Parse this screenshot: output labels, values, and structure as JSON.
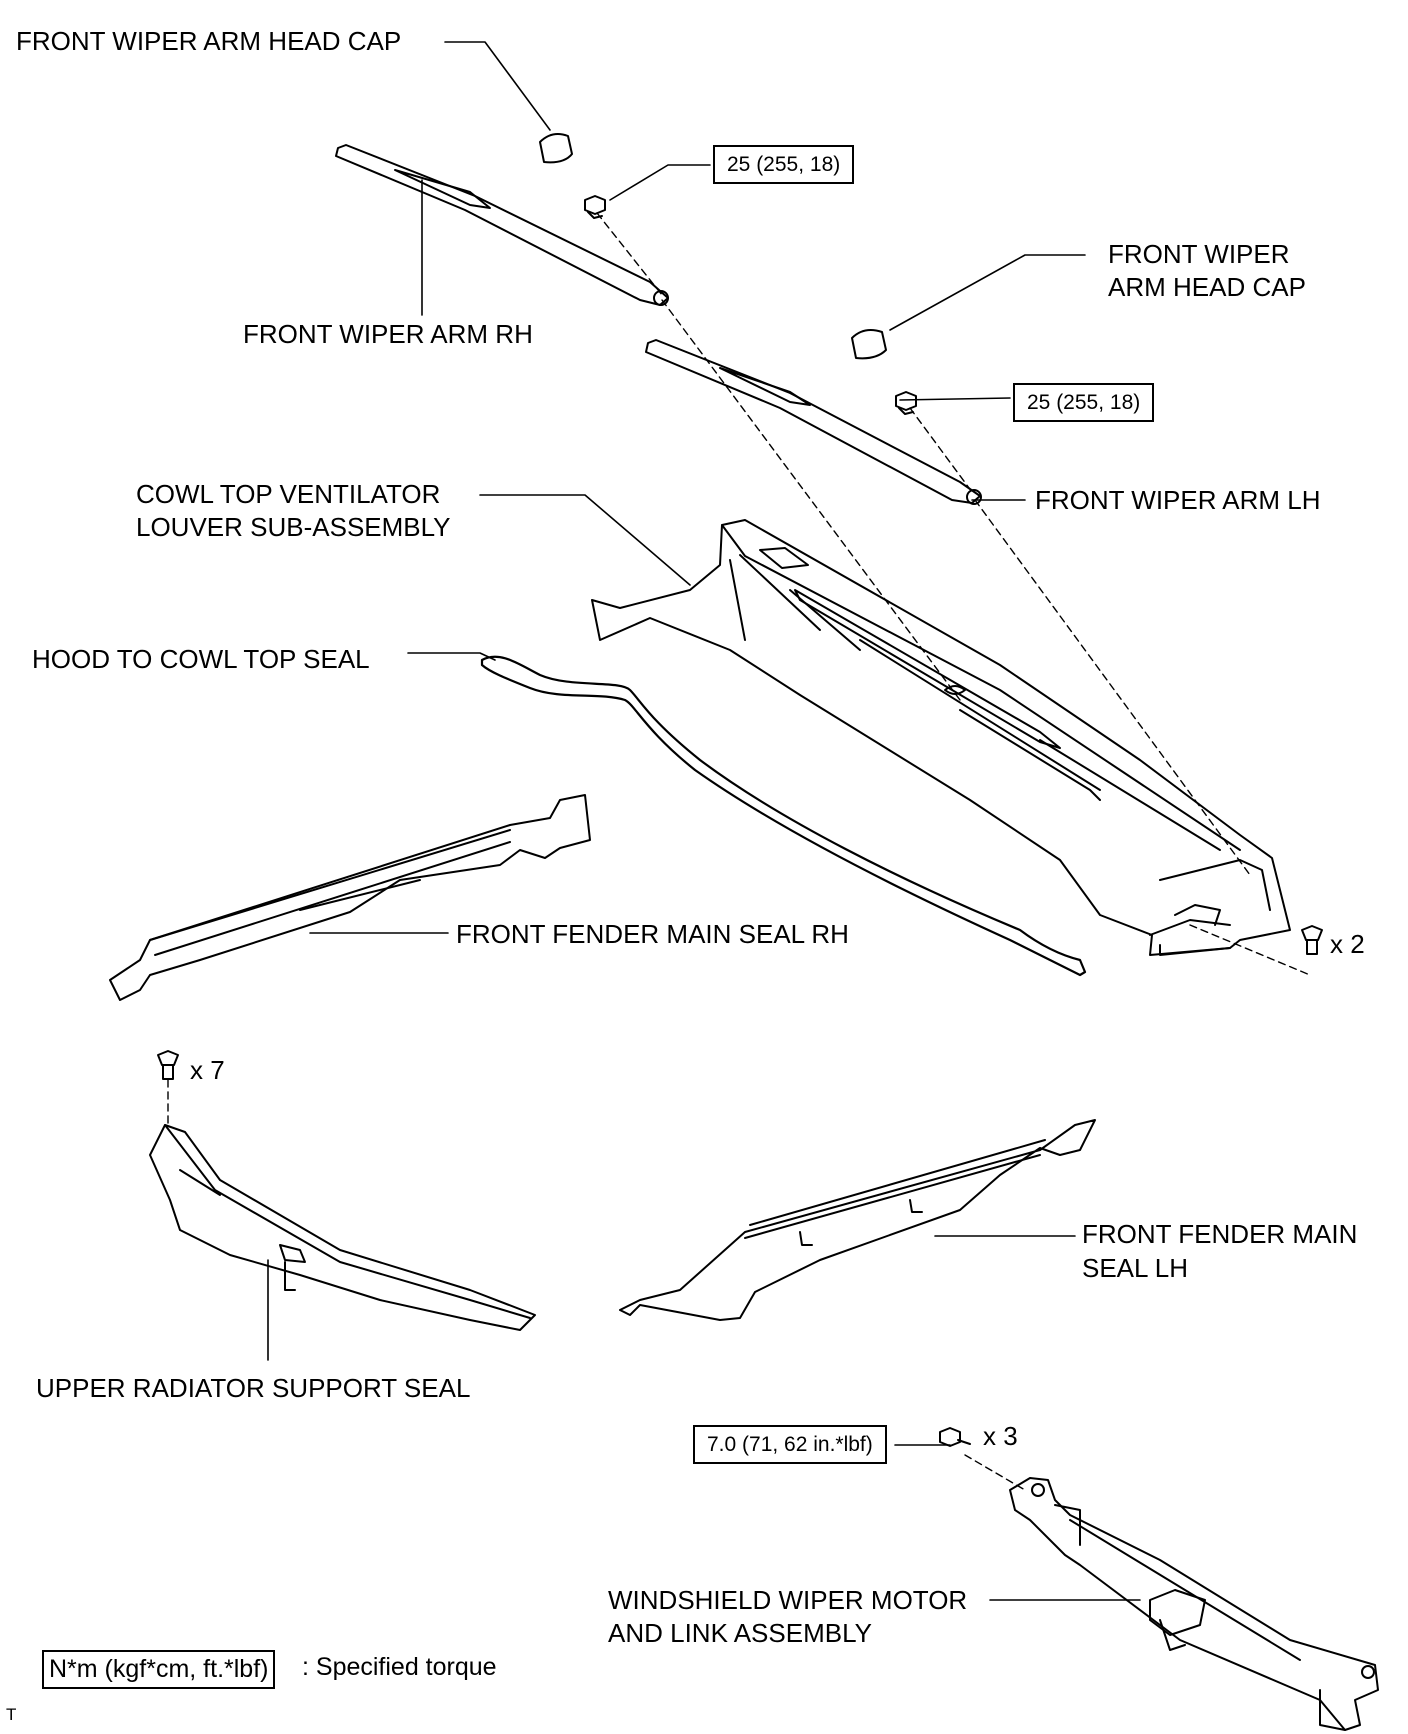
{
  "labels": {
    "head_cap_rh": "FRONT WIPER ARM HEAD CAP",
    "head_cap_lh_line1": "FRONT WIPER",
    "head_cap_lh_line2": "ARM HEAD CAP",
    "wiper_arm_rh": "FRONT WIPER ARM RH",
    "wiper_arm_lh": "FRONT WIPER ARM LH",
    "cowl_louver_line1": "COWL TOP VENTILATOR",
    "cowl_louver_line2": "LOUVER SUB-ASSEMBLY",
    "hood_seal": "HOOD TO COWL TOP SEAL",
    "fender_seal_rh": "FRONT FENDER MAIN SEAL RH",
    "fender_seal_lh_line1": "FRONT FENDER MAIN",
    "fender_seal_lh_line2": "SEAL LH",
    "radiator_seal": "UPPER RADIATOR SUPPORT SEAL",
    "motor_line1": "WINDSHIELD WIPER MOTOR",
    "motor_line2": "AND LINK ASSEMBLY"
  },
  "torque": {
    "nut_rh": "25 (255, 18)",
    "nut_lh": "25 (255, 18)",
    "motor_bolt": "7.0 (71, 62 in.*lbf)"
  },
  "quantities": {
    "cowl_clip": "x 2",
    "radiator_clip": "x 7",
    "motor_bolt": "x 3"
  },
  "legend": {
    "unit_box": "N*m (kgf*cm, ft.*lbf)",
    "unit_desc": ": Specified torque"
  },
  "corner_mark": "T"
}
